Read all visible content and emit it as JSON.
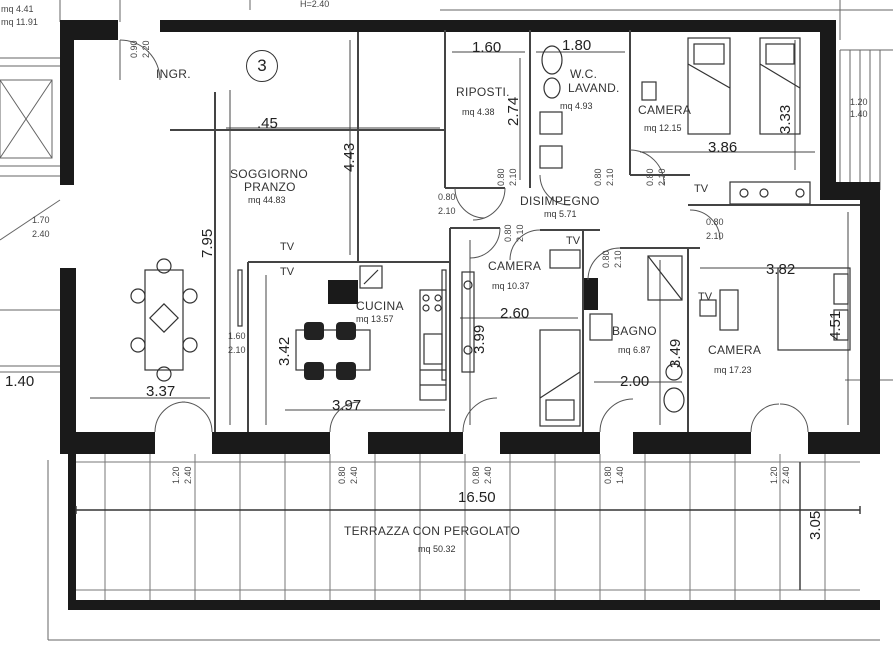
{
  "unit_number": "3",
  "top_left_text": {
    "line1": "mq 4.41",
    "line2": "mq 11.91"
  },
  "top_text": "H=2.40",
  "rooms": [
    {
      "id": "soggiorno",
      "name_line1": "SOGGIORNO",
      "name_line2": "PRANZO",
      "area": "mq 44.83"
    },
    {
      "id": "cucina",
      "name_line1": "CUCINA",
      "area": "mq 13.57"
    },
    {
      "id": "ripostiglio",
      "name_line1": "RIPOSTI.",
      "area": "mq 4.38"
    },
    {
      "id": "wc",
      "name_line1": "W.C.",
      "name_line2": "LAVAND.",
      "area": "mq 4.93"
    },
    {
      "id": "camera_top",
      "name_line1": "CAMERA",
      "area": "mq 12.15"
    },
    {
      "id": "disimpegno",
      "name_line1": "DISIMPEGNO",
      "area": "mq 5.71"
    },
    {
      "id": "camera_mid",
      "name_line1": "CAMERA",
      "area": "mq 10.37"
    },
    {
      "id": "bagno",
      "name_line1": "BAGNO",
      "area": "mq 6.87"
    },
    {
      "id": "camera_right",
      "name_line1": "CAMERA",
      "area": "mq 17.23"
    },
    {
      "id": "terrazza",
      "name_line1": "TERRAZZA CON PERGOLATO",
      "area": "mq 50.32"
    }
  ],
  "entrance_label": "INGR.",
  "tv_label": "TV",
  "dimensions": {
    "soggiorno_h": "7.95",
    "soggiorno_w_top": ".45",
    "soggiorno_w_bottom": "3.37",
    "soggiorno_mid_h": "4.43",
    "cucina_h": "3.42",
    "cucina_w": "3.97",
    "ripostiglio_w": "1.60",
    "ripostiglio_h": "2.74",
    "wc_w": "1.80",
    "camera_top_w": "3.86",
    "camera_top_h": "3.33",
    "camera_mid_w": "2.60",
    "camera_mid_h": "3.99",
    "bagno_w": "2.00",
    "bagno_h": "3.49",
    "camera_right_w": "3.82",
    "camera_right_h": "4.51",
    "terrazza_w": "16.50",
    "terrazza_h": "3.05",
    "left_outside": "1.40",
    "right_outside_1": "1.20",
    "right_outside_2": "1.40"
  },
  "doors": {
    "entrance": {
      "w": "0.90",
      "h": "2.20"
    },
    "left_window": {
      "w": "1.70",
      "h": "2.40"
    },
    "kitchen_pass": {
      "w": "1.60",
      "h": "2.10"
    },
    "ripostiglio": {
      "w": "0.80",
      "h": "2.10"
    },
    "wc": {
      "w": "0.80",
      "h": "2.10"
    },
    "camera_top": {
      "w": "0.80",
      "h": "2.10"
    },
    "corridor_left": {
      "w": "0.80",
      "h": "2.10"
    },
    "camera_mid": {
      "w": "0.80",
      "h": "2.10"
    },
    "bagno": {
      "w": "0.80",
      "h": "2.10"
    },
    "camera_right": {
      "w": "0.80",
      "h": "2.10"
    },
    "terrace_1": {
      "w": "1.20",
      "h": "2.40"
    },
    "terrace_2": {
      "w": "0.80",
      "h": "2.40"
    },
    "terrace_3": {
      "w": "0.80",
      "h": "2.40"
    },
    "terrace_4": {
      "w": "0.80",
      "h": "1.40"
    },
    "terrace_5": {
      "w": "1.20",
      "h": "2.40"
    }
  },
  "colors": {
    "wall": "#1a1a1a",
    "line": "#555555",
    "paper": "#ffffff"
  }
}
